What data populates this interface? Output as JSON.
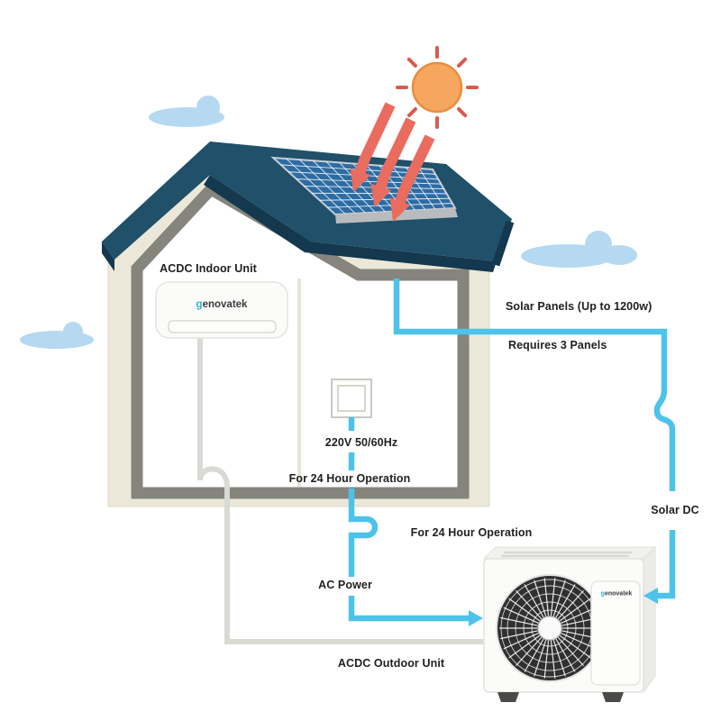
{
  "diagram": {
    "title_context": "Solar ACDC air conditioner system diagram",
    "labels": {
      "indoor_unit": "ACDC Indoor Unit",
      "outdoor_unit": "ACDC Outdoor Unit",
      "solar_panels": "Solar Panels (Up to 1200w)",
      "requires": "Requires 3 Panels",
      "voltage": "220V 50/60Hz",
      "operation_indoor": "For 24 Hour Operation",
      "operation_outdoor": "For 24 Hour Operation",
      "ac_power": "AC Power",
      "solar_dc": "Solar DC"
    },
    "brand": {
      "initial": "g",
      "rest": "enovatek"
    },
    "colors": {
      "line": "#4dc3ea",
      "pipe": "#d9d9d6",
      "roof": "#20506a",
      "roof_edge": "#14384e",
      "wall": "#ece8d9",
      "frame": "#85857d",
      "panel": "#2d6ca3",
      "sun": "#f5a75f",
      "sun_outline": "#e98d3e",
      "sun_ray": "#d85a4e",
      "sun_arrow": "#e96c5f",
      "cloud": "#b6d9f2",
      "text": "#1f1f1f",
      "brand_teal": "#2cb3d4",
      "brand_dark": "#3a3a3a"
    }
  }
}
